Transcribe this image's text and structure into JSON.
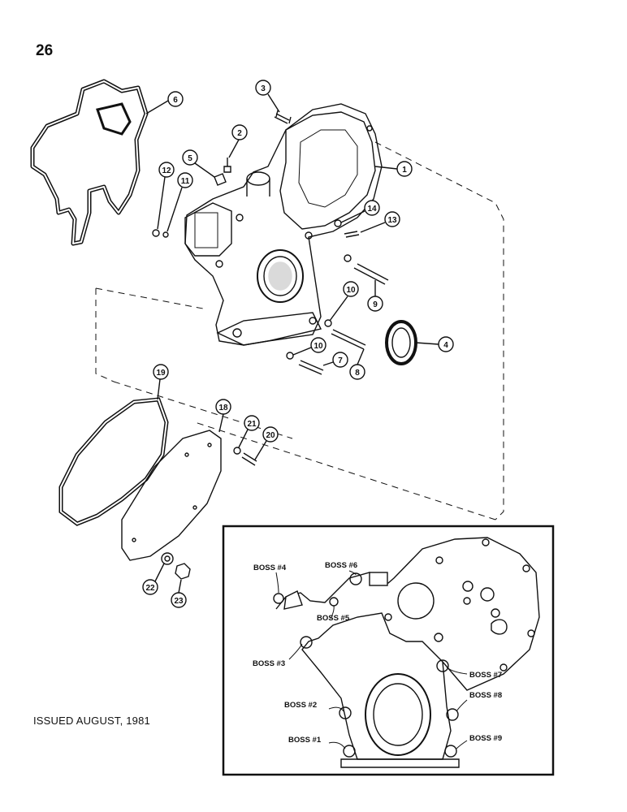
{
  "page": {
    "number": "26",
    "issued": "ISSUED AUGUST, 1981"
  },
  "callouts": [
    "1",
    "2",
    "3",
    "4",
    "5",
    "6",
    "7",
    "8",
    "9",
    "10",
    "10",
    "11",
    "12",
    "13",
    "14",
    "18",
    "19",
    "20",
    "21",
    "22",
    "23"
  ],
  "inset": {
    "boss_labels": [
      "BOSS #1",
      "BOSS #2",
      "BOSS #3",
      "BOSS #4",
      "BOSS #5",
      "BOSS #6",
      "BOSS #7",
      "BOSS #8",
      "BOSS #9"
    ]
  }
}
